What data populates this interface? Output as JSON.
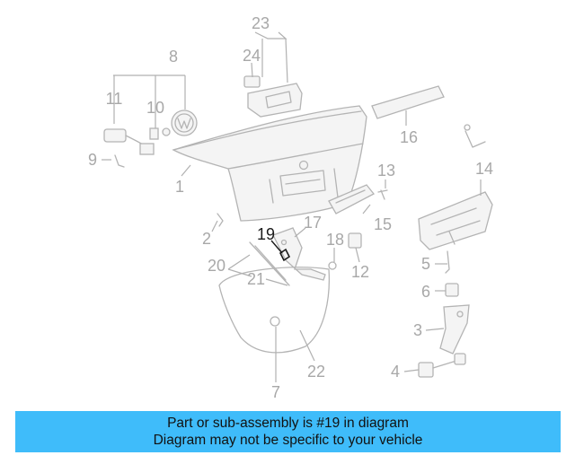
{
  "diagram": {
    "callouts": [
      "23",
      "24",
      "8",
      "11",
      "10",
      "16",
      "9",
      "13",
      "14",
      "1",
      "15",
      "17",
      "19",
      "2",
      "18",
      "12",
      "20",
      "21",
      "5",
      "6",
      "3",
      "22",
      "4",
      "7"
    ],
    "highlighted": "19",
    "colors": {
      "highlight": "#1a1a1a",
      "line": "#b4b4b4",
      "banner": "#3fbcfa"
    }
  },
  "banner": {
    "line1": "Part or sub-assembly is #19 in diagram",
    "line2": "Diagram may not be specific to your vehicle"
  }
}
